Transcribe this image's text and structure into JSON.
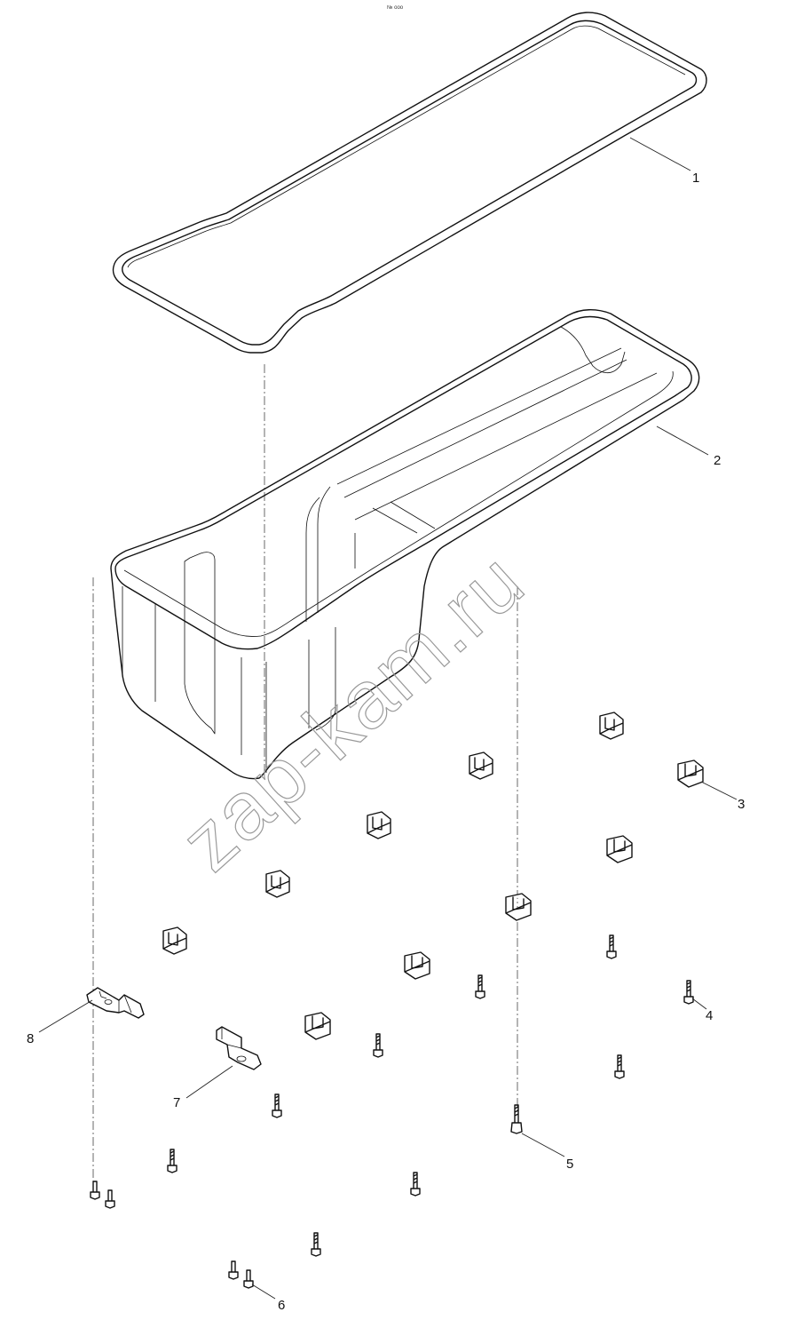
{
  "watermark": "zap-kam.ru",
  "corner_mark": "№ ooo",
  "callouts": [
    {
      "id": "1",
      "label": "1"
    },
    {
      "id": "2",
      "label": "2"
    },
    {
      "id": "3",
      "label": "3"
    },
    {
      "id": "4",
      "label": "4"
    },
    {
      "id": "5",
      "label": "5"
    },
    {
      "id": "6",
      "label": "6"
    },
    {
      "id": "7",
      "label": "7"
    },
    {
      "id": "8",
      "label": "8"
    }
  ]
}
